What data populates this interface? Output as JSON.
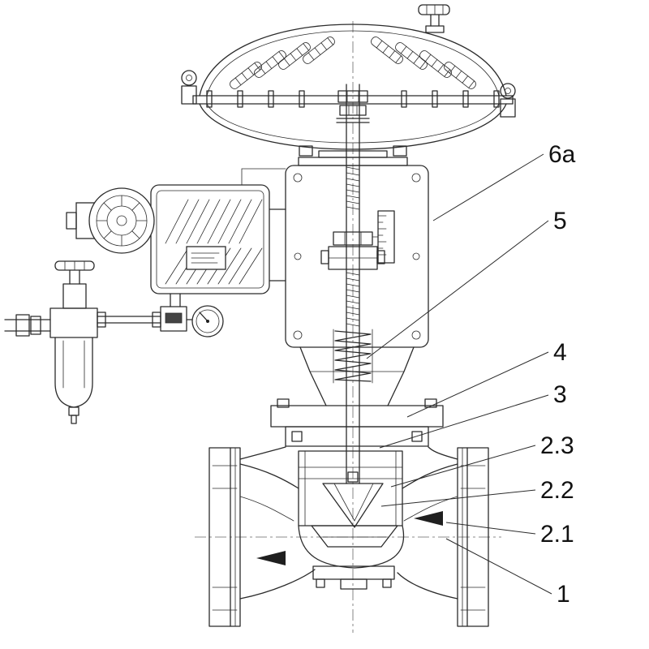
{
  "figure": {
    "background_color": "#ffffff",
    "line_color": "#2b2b2b",
    "callouts": [
      {
        "id": "6a",
        "label": "6a"
      },
      {
        "id": "5",
        "label": "5"
      },
      {
        "id": "4",
        "label": "4"
      },
      {
        "id": "3",
        "label": "3"
      },
      {
        "id": "2-3",
        "label": "2.3"
      },
      {
        "id": "2-2",
        "label": "2.2"
      },
      {
        "id": "2-1",
        "label": "2.1"
      },
      {
        "id": "1",
        "label": "1"
      }
    ]
  }
}
